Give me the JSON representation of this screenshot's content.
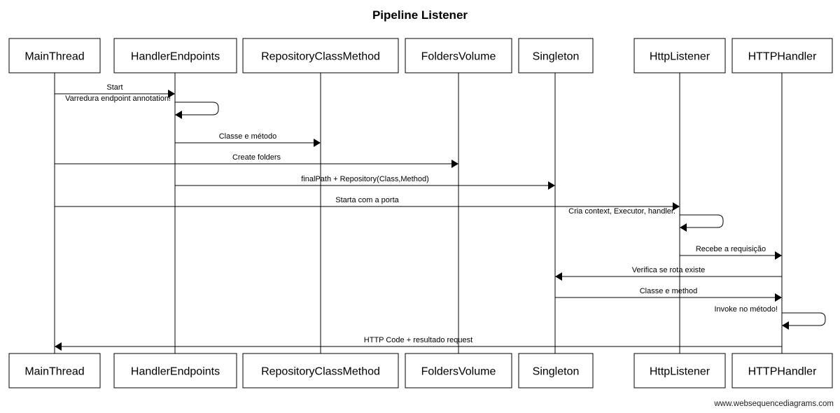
{
  "diagram": {
    "title": "Pipeline Listener",
    "credit": "www.websequencediagrams.com",
    "participants": [
      {
        "id": "main",
        "label": "MainThread"
      },
      {
        "id": "handler",
        "label": "HandlerEndpoints"
      },
      {
        "id": "repo",
        "label": "RepositoryClassMethod"
      },
      {
        "id": "folders",
        "label": "FoldersVolume"
      },
      {
        "id": "singleton",
        "label": "Singleton"
      },
      {
        "id": "http",
        "label": "HttpListener"
      },
      {
        "id": "httph",
        "label": "HTTPHandler"
      }
    ],
    "messages": [
      {
        "from": "main",
        "to": "handler",
        "label": "Start"
      },
      {
        "from": "handler",
        "to": "handler",
        "label": "Varredura endpoint annotation!"
      },
      {
        "from": "handler",
        "to": "repo",
        "label": "Classe e método"
      },
      {
        "from": "main",
        "to": "folders",
        "label": "Create folders"
      },
      {
        "from": "handler",
        "to": "singleton",
        "label": "finalPath + Repository(Class,Method)"
      },
      {
        "from": "main",
        "to": "http",
        "label": "Starta com a porta"
      },
      {
        "from": "http",
        "to": "http",
        "label": "Cria context, Executor, handler."
      },
      {
        "from": "http",
        "to": "httph",
        "label": "Recebe a requisição"
      },
      {
        "from": "httph",
        "to": "singleton",
        "label": "Verifica se rota existe"
      },
      {
        "from": "singleton",
        "to": "httph",
        "label": "Classe e method"
      },
      {
        "from": "httph",
        "to": "httph",
        "label": "Invoke no método!"
      },
      {
        "from": "httph",
        "to": "main",
        "label": "HTTP Code + resultado request"
      }
    ]
  }
}
